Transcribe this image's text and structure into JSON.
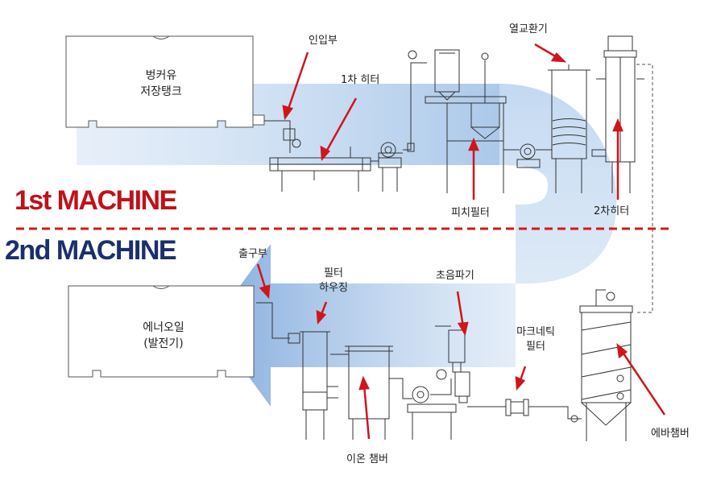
{
  "colors": {
    "machine1": "#c0111a",
    "machine2": "#1b2f6b",
    "divider": "#d21a1a",
    "arrow_red": "#d0151d",
    "flow_blue": "#9cbde3",
    "line": "#333333"
  },
  "sections": {
    "machine1": "1st MACHINE",
    "machine2": "2nd MACHINE"
  },
  "tanks": {
    "storage": "벙커유\n저장탱크",
    "output": "에너오일\n(발전기)"
  },
  "components": {
    "inlet": "인입부",
    "heater1": "1차 히터",
    "pitch_filter": "피치필터",
    "heat_exchanger": "열교환기",
    "heater2": "2차히터",
    "outlet": "출구부",
    "filter_housing": "필터\n하우징",
    "ultrasonic": "초음파기",
    "magnetic_filter": "마크네틱\n필터",
    "ion_chamber": "이온 챔버",
    "evap_chamber": "에바챔버"
  }
}
